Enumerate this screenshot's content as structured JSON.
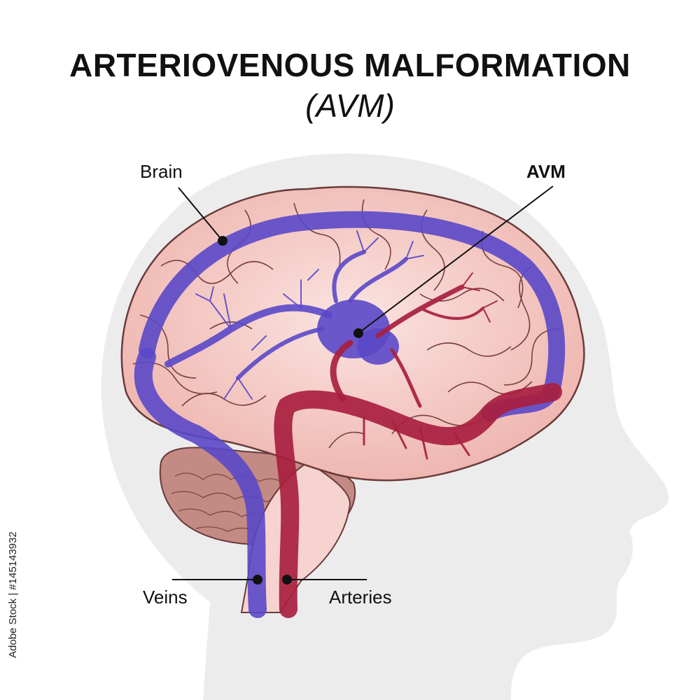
{
  "title": "ARTERIOVENOUS MALFORMATION",
  "subtitle": "(AVM)",
  "labels": {
    "brain": "Brain",
    "avm": "AVM",
    "veins": "Veins",
    "arteries": "Arteries"
  },
  "stock_id": "Adobe Stock | #145143932",
  "colors": {
    "vein": "#5a48c8",
    "artery": "#a8203f",
    "brain": "#f2c6c1",
    "brain_outline": "#6a3b3b",
    "cerebellum": "#c48a84",
    "head": "#ececec"
  }
}
